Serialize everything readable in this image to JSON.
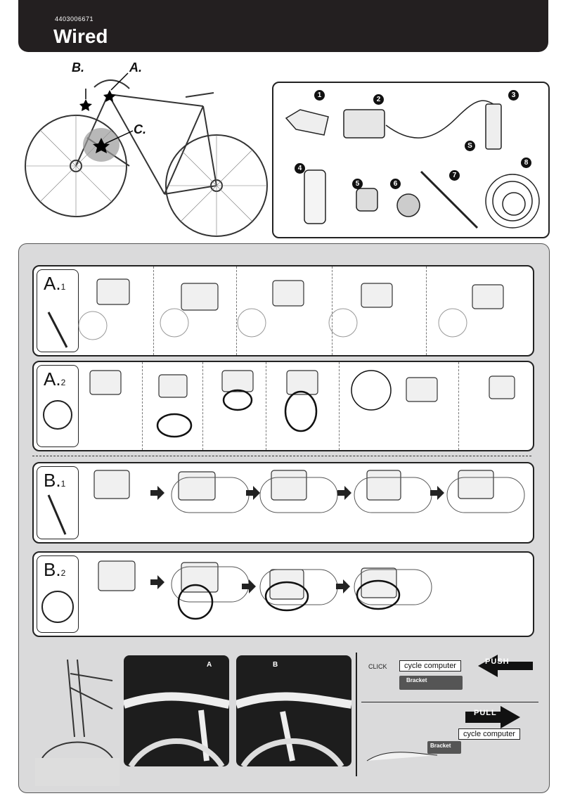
{
  "header": {
    "code": "4403006671",
    "title": "Wired"
  },
  "bike": {
    "labels": [
      "B.",
      "A.",
      "C."
    ]
  },
  "parts": {
    "numbers": [
      "1",
      "2",
      "3",
      "4",
      "5",
      "6",
      "7",
      "8"
    ],
    "sensor_mark": "S"
  },
  "rows": [
    {
      "letter": "A.",
      "num": "1"
    },
    {
      "letter": "A.",
      "num": "2"
    },
    {
      "letter": "B.",
      "num": "1"
    },
    {
      "letter": "B.",
      "num": "2"
    }
  ],
  "bottom": {
    "photo_a": "A",
    "photo_b": "B",
    "push_label": "PUSH",
    "pull_label": "PULL",
    "click_label": "CLICK",
    "device_label": "cycle computer",
    "bracket_label": "Bracket"
  }
}
